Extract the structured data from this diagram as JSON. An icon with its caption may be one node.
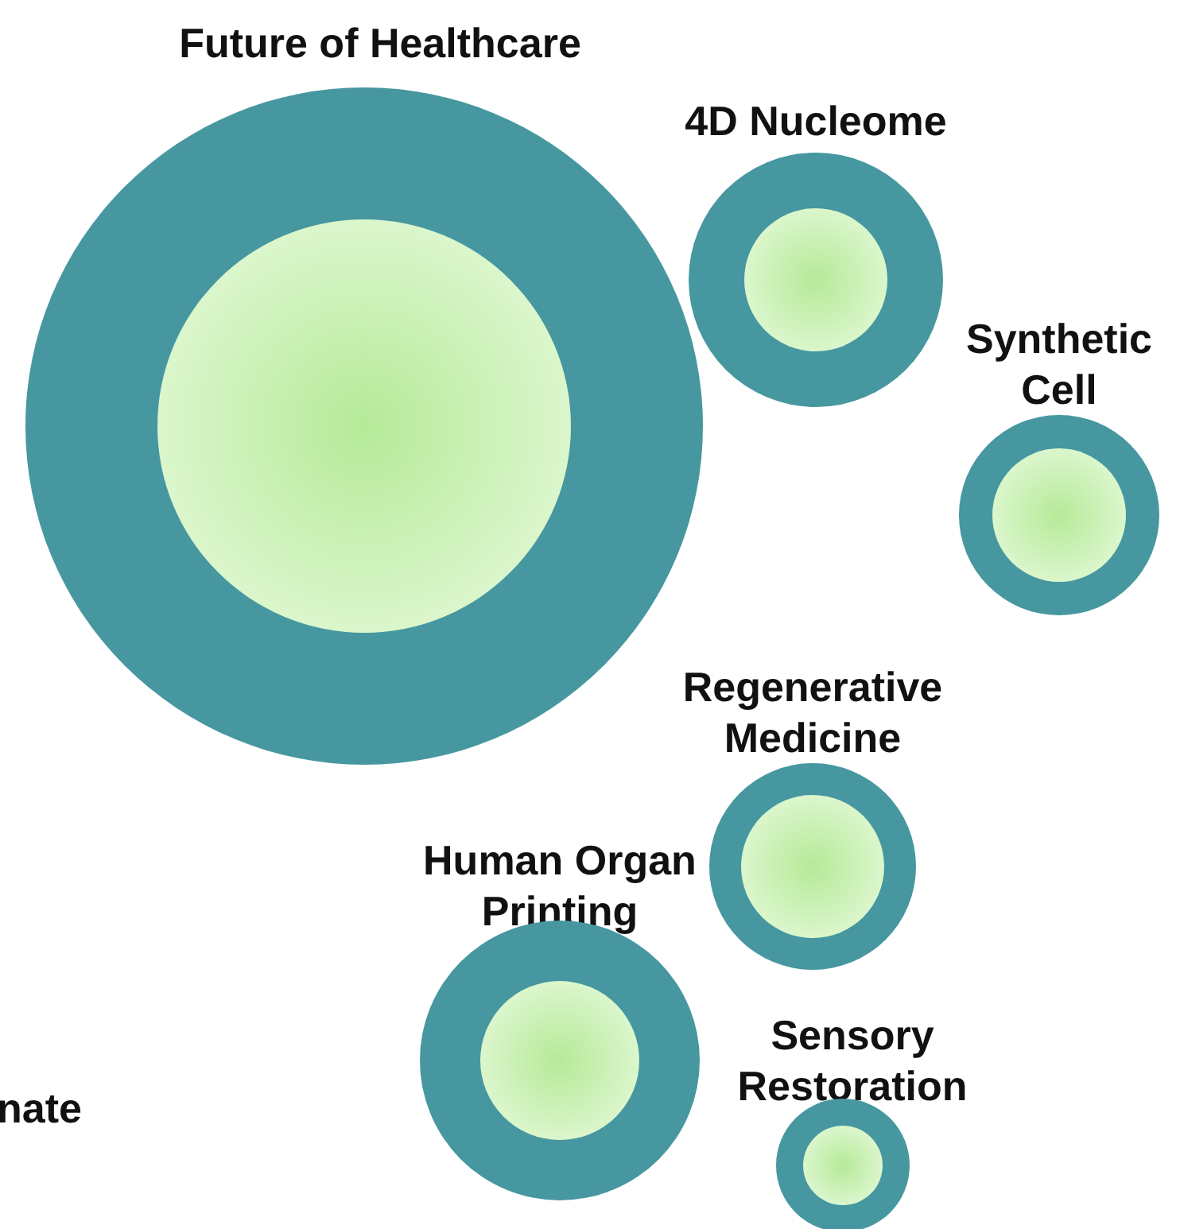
{
  "diagram": {
    "nodes": [
      {
        "text": [
          "Future of Healthcare"
        ]
      },
      {
        "text": [
          "4D Nucleome"
        ]
      },
      {
        "text": [
          "Synthetic Cell"
        ]
      },
      {
        "text": [
          "Regenerative Medicine"
        ]
      },
      {
        "text": [
          "Human Organ Printing"
        ]
      },
      {
        "text": [
          "Sensory Restoration"
        ]
      }
    ],
    "edges": [],
    "labels": [
      "nate"
    ]
  }
}
